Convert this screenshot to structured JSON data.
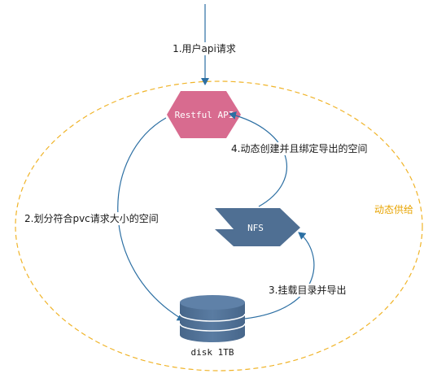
{
  "diagram": {
    "region_label": "动态供给",
    "api_node": {
      "label": "Restful API"
    },
    "nfs_node": {
      "label": "NFS"
    },
    "disk_node": {
      "label": "disk 1TB"
    },
    "steps": [
      {
        "label": "1.用户api请求"
      },
      {
        "label": "2.划分符合pvc请求大小的空间"
      },
      {
        "label": "3.挂载目录并导出"
      },
      {
        "label": "4.动态创建并且绑定导出的空间"
      }
    ],
    "colors": {
      "api_fill": "#d86b8f",
      "node_fill": "#4f6f93",
      "edge": "#2c6fa3",
      "region_border": "#f0b429",
      "region_text": "#e8a400",
      "node_text": "#ffffff"
    }
  }
}
